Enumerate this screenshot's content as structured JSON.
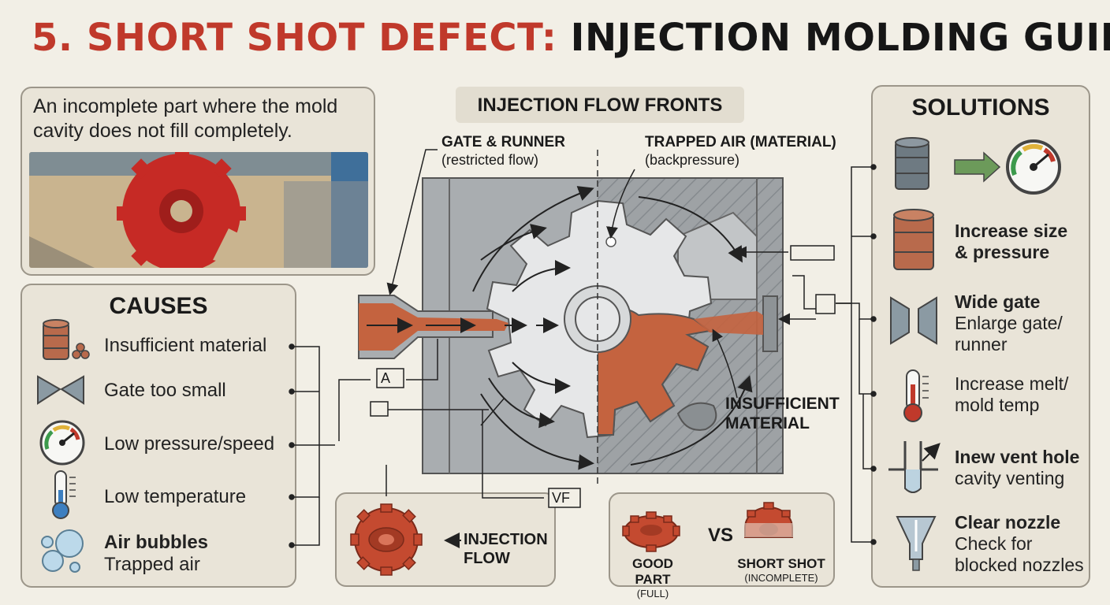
{
  "title": {
    "number": "5. SHORT SHOT DEFECT:",
    "rest": " INJECTION MOLDING GUIDE"
  },
  "definition": "An incomplete part where the mold cavity does not fill completely.",
  "flow_title": "INJECTION FLOW FRONTS",
  "callouts": {
    "gate_title": "GATE & RUNNER",
    "gate_sub": "(restricted flow)",
    "air_title": "TRAPPED AIR (MATERIAL)",
    "air_sub": "(backpressure)",
    "insufficient_1": "INSUFFICIENT",
    "insufficient_2": "MATERIAL",
    "box_a": "A",
    "box_vf": "VF",
    "injection_flow_1": "INJECTION",
    "injection_flow_2": "FLOW"
  },
  "causes": {
    "heading": "CAUSES",
    "items": [
      {
        "label": "Insufficient material",
        "icon": "barrel-icon"
      },
      {
        "label": "Gate too small",
        "icon": "gate-icon"
      },
      {
        "label": "Low pressure/speed",
        "icon": "gauge-icon"
      },
      {
        "label": "Low temperature",
        "icon": "thermometer-icon"
      },
      {
        "label": "Air bubbles",
        "sub": "Trapped air",
        "icon": "bubbles-icon"
      }
    ]
  },
  "solutions": {
    "heading": "SOLUTIONS",
    "items": [
      {
        "title": "Increase size",
        "title2": "& pressure",
        "icon": "barrel-icon"
      },
      {
        "title": "Wide gate",
        "sub": "Enlarge gate/",
        "sub2": "runner",
        "icon": "gate-icon"
      },
      {
        "sub": "Increase melt/",
        "sub2": "mold temp",
        "icon": "thermometer-icon"
      },
      {
        "title": "Inew vent hole",
        "sub": "cavity venting",
        "icon": "vent-icon"
      },
      {
        "title": "Clear nozzle",
        "sub": "Check for",
        "sub2": "blocked nozzles",
        "icon": "nozzle-icon"
      }
    ]
  },
  "compare": {
    "vs": "VS",
    "good": "GOOD PART",
    "good_sub": "(FULL)",
    "short": "SHORT SHOT",
    "short_sub": "(INCOMPLETE)"
  },
  "colors": {
    "accent_red": "#c0392b",
    "material": "#c4633f",
    "steel": "#a9adb0",
    "panel": "#e9e4d8"
  }
}
